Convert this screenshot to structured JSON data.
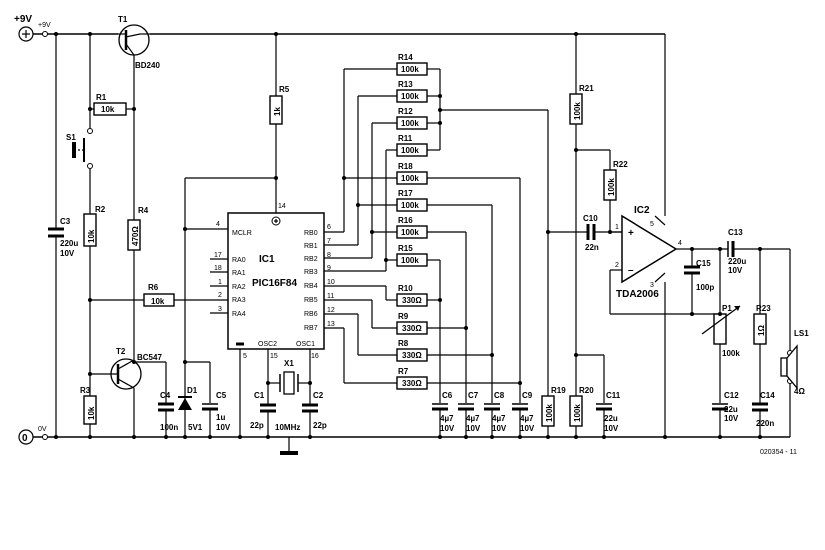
{
  "rails": {
    "vplus": "+9V",
    "vplus_small": "+9V",
    "zero": "0",
    "zero_small": "0V"
  },
  "ic1": {
    "name": "IC1",
    "part": "PIC16F84",
    "mclr": "MCLR",
    "ra0": "RA0",
    "ra1": "RA1",
    "ra2": "RA2",
    "ra3": "RA3",
    "ra4": "RA4",
    "rb0": "RB0",
    "rb1": "RB1",
    "rb2": "RB2",
    "rb3": "RB3",
    "rb4": "RB4",
    "rb5": "RB5",
    "rb6": "RB6",
    "rb7": "RB7",
    "osc2": "OSC2",
    "osc1": "OSC1",
    "p4": "4",
    "p17": "17",
    "p18": "18",
    "p1": "1",
    "p2": "2",
    "p3": "3",
    "p14": "14",
    "p5": "5",
    "p15": "15",
    "p16": "16",
    "p6": "6",
    "p7": "7",
    "p8": "8",
    "p9": "9",
    "p10": "10",
    "p11": "11",
    "p12": "12",
    "p13": "13"
  },
  "t1": {
    "name": "T1",
    "part": "BD240"
  },
  "t2": {
    "name": "T2",
    "part": "BC547"
  },
  "s1": {
    "name": "S1"
  },
  "r1": {
    "name": "R1",
    "value": "10k"
  },
  "r2": {
    "name": "R2",
    "value": "10k"
  },
  "r3": {
    "name": "R3",
    "value": "10k"
  },
  "r4": {
    "name": "R4",
    "value": "470Ω"
  },
  "r5": {
    "name": "R5",
    "value": "1k"
  },
  "r6": {
    "name": "R6",
    "value": "10k"
  },
  "r14": {
    "name": "R14",
    "value": "100k"
  },
  "r13": {
    "name": "R13",
    "value": "100k"
  },
  "r12": {
    "name": "R12",
    "value": "100k"
  },
  "r11": {
    "name": "R11",
    "value": "100k"
  },
  "r18": {
    "name": "R18",
    "value": "100k"
  },
  "r17": {
    "name": "R17",
    "value": "100k"
  },
  "r16": {
    "name": "R16",
    "value": "100k"
  },
  "r15": {
    "name": "R15",
    "value": "100k"
  },
  "r10": {
    "name": "R10",
    "value": "330Ω"
  },
  "r9": {
    "name": "R9",
    "value": "330Ω"
  },
  "r8": {
    "name": "R8",
    "value": "330Ω"
  },
  "r7": {
    "name": "R7",
    "value": "330Ω"
  },
  "r19": {
    "name": "R19",
    "value": "100k"
  },
  "r20": {
    "name": "R20",
    "value": "100k"
  },
  "r21": {
    "name": "R21",
    "value": "100k"
  },
  "r22": {
    "name": "R22",
    "value": "100k"
  },
  "r23": {
    "name": "R23",
    "value": "1Ω"
  },
  "c3": {
    "name": "C3",
    "value": "220u",
    "volt": "10V"
  },
  "c4": {
    "name": "C4",
    "value": "100n"
  },
  "d1": {
    "name": "D1",
    "value": "5V1"
  },
  "c5": {
    "name": "C5",
    "value": "1u",
    "volt": "10V"
  },
  "c1": {
    "name": "C1",
    "value": "22p"
  },
  "c2": {
    "name": "C2",
    "value": "22p"
  },
  "x1": {
    "name": "X1",
    "value": "10MHz"
  },
  "c6": {
    "name": "C6",
    "value": "4µ7",
    "volt": "10V"
  },
  "c7": {
    "name": "C7",
    "value": "4µ7",
    "volt": "10V"
  },
  "c8": {
    "name": "C8",
    "value": "4µ7",
    "volt": "10V"
  },
  "c9": {
    "name": "C9",
    "value": "4µ7",
    "volt": "10V"
  },
  "c11": {
    "name": "C11",
    "value": "22u",
    "volt": "10V"
  },
  "c10": {
    "name": "C10",
    "value": "22n"
  },
  "ic2": {
    "name": "IC2",
    "part": "TDA2006",
    "p1": "1",
    "p2": "2",
    "p3": "3",
    "p4": "4",
    "p5": "5",
    "plus": "+",
    "minus": "–"
  },
  "c15": {
    "name": "C15",
    "value": "100p"
  },
  "c13": {
    "name": "C13",
    "value": "220u",
    "volt": "10V"
  },
  "p1": {
    "name": "P1",
    "value": "100k"
  },
  "c12": {
    "name": "C12",
    "value": "22u",
    "volt": "10V"
  },
  "c14": {
    "name": "C14",
    "value": "220n"
  },
  "ls1": {
    "name": "LS1",
    "value": "4Ω"
  },
  "footer": {
    "code": "020354 - 11"
  }
}
